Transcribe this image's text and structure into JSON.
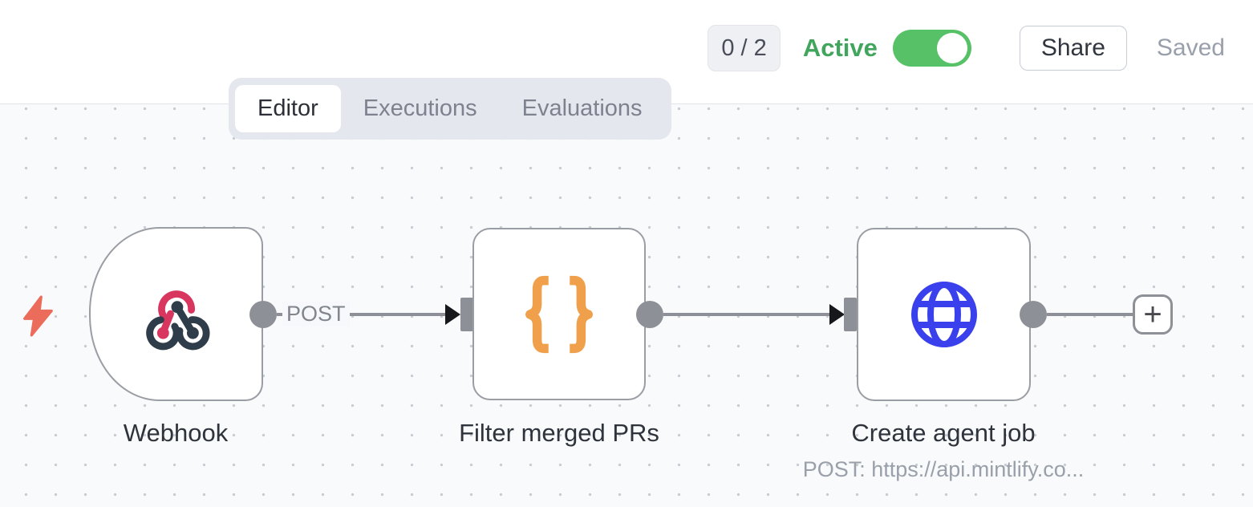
{
  "header": {
    "issues_badge": "0 / 2",
    "active_label": "Active",
    "active_state": "on",
    "share_label": "Share",
    "saved_label": "Saved"
  },
  "tabs": [
    {
      "label": "Editor",
      "active": true
    },
    {
      "label": "Executions",
      "active": false
    },
    {
      "label": "Evaluations",
      "active": false
    }
  ],
  "canvas": {
    "nodes": [
      {
        "name": "Webhook",
        "type": "webhook-trigger",
        "icon": "webhook-icon"
      },
      {
        "name": "Filter merged PRs",
        "type": "code",
        "icon": "code-braces-icon"
      },
      {
        "name": "Create agent job",
        "type": "http-request",
        "icon": "globe-icon",
        "subtitle": "POST: https://api.mintlify.co..."
      }
    ],
    "connections": [
      {
        "from": "Webhook",
        "to": "Filter merged PRs",
        "label": "POST"
      },
      {
        "from": "Filter merged PRs",
        "to": "Create agent job",
        "label": ""
      }
    ],
    "add_node_label": "+"
  },
  "colors": {
    "active_green": "#41a55d",
    "toggle_green": "#56c167",
    "webhook_pink": "#d8355f",
    "webhook_slate": "#2f3d4a",
    "code_orange": "#f0a04a",
    "http_blue": "#3a40ec",
    "trigger_bolt_coral": "#ec6c5b",
    "connector_gray": "#8d9096",
    "node_border_gray": "#9a9da3",
    "canvas_bg": "#f8fafc"
  }
}
